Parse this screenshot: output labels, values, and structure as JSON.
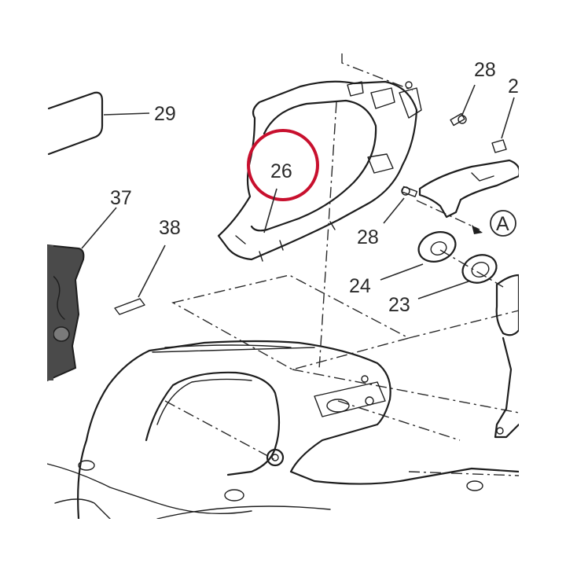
{
  "callouts": [
    {
      "id": "c29",
      "text": "29"
    },
    {
      "id": "c37",
      "text": "37"
    },
    {
      "id": "c38",
      "text": "38"
    },
    {
      "id": "c26",
      "text": "26"
    },
    {
      "id": "c28a",
      "text": "28"
    },
    {
      "id": "c28b",
      "text": "28"
    },
    {
      "id": "c2",
      "text": "2"
    },
    {
      "id": "c24",
      "text": "24"
    },
    {
      "id": "c23",
      "text": "23"
    },
    {
      "id": "cA",
      "text": "A"
    }
  ],
  "highlight_color": "#c8102e",
  "part_fill_dark": "#4a4a4a"
}
